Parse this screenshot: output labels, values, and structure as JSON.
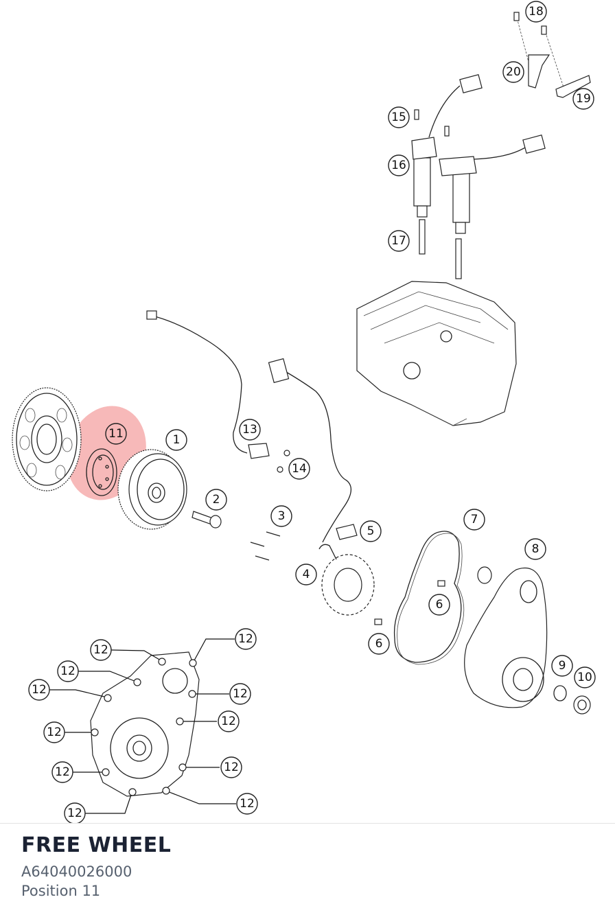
{
  "diagram": {
    "callouts": [
      "1",
      "2",
      "3",
      "4",
      "5",
      "6",
      "6",
      "7",
      "8",
      "9",
      "10",
      "11",
      "12",
      "13",
      "14",
      "15",
      "16",
      "17",
      "18",
      "19",
      "20"
    ],
    "cover_bolt_label": "12",
    "highlight_color": "#f08080"
  },
  "footer": {
    "part_name": "FREE WHEEL",
    "part_number": "A64040026000",
    "position": "Position 11"
  }
}
